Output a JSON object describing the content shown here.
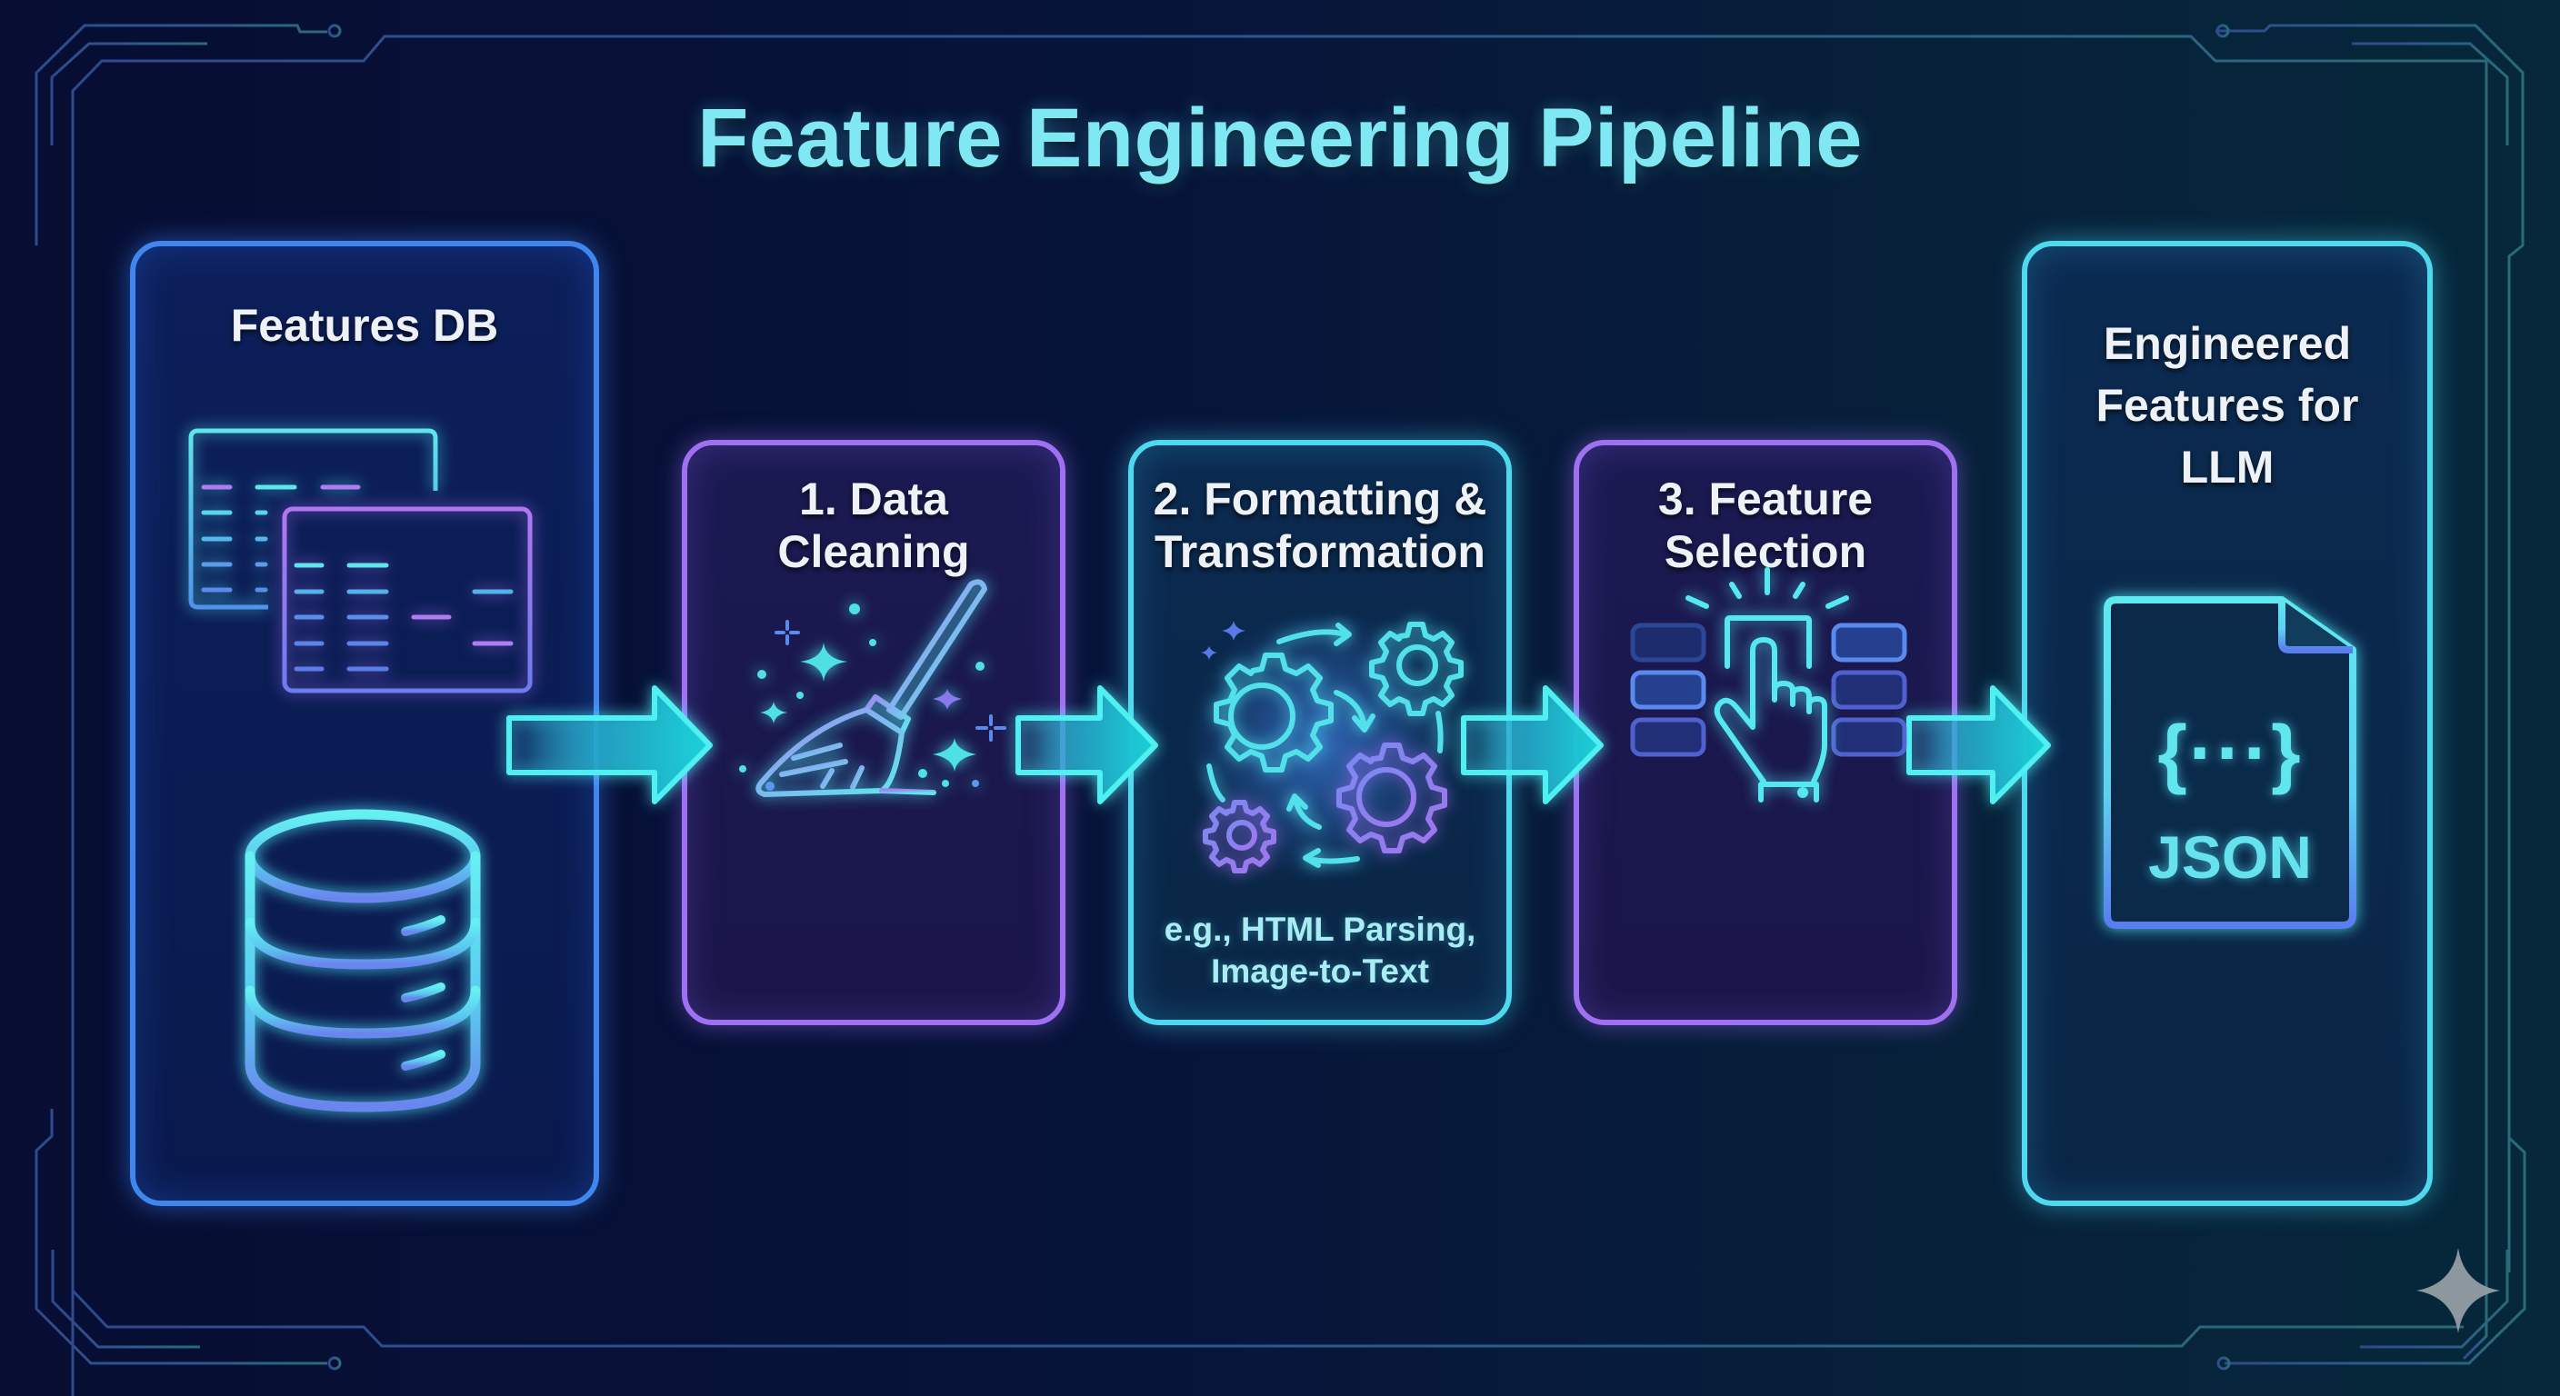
{
  "title": "Feature Engineering Pipeline",
  "colors": {
    "title": "#7fe8f2",
    "blue_border": "#3f86ee",
    "purple_border": "#a070f2",
    "cyan_border": "#4fd9ef",
    "arrow": "#3fe0ec",
    "background": "#07143a"
  },
  "panels": [
    {
      "id": "source",
      "title": "Features DB",
      "icons": [
        "table-icon",
        "table-icon",
        "database-icon"
      ]
    },
    {
      "id": "step1",
      "title_line1": "1. Data",
      "title_line2": "Cleaning",
      "icon": "broom-sparkle-icon"
    },
    {
      "id": "step2",
      "title_line1": "2. Formatting &",
      "title_line2": "Transformation",
      "icon": "gears-cycle-icon",
      "subtitle_line1": "e.g., HTML Parsing,",
      "subtitle_line2": "Image-to-Text"
    },
    {
      "id": "step3",
      "title_line1": "3. Feature",
      "title_line2": "Selection",
      "icon": "hand-select-icon"
    },
    {
      "id": "output",
      "title_line1": "Engineered",
      "title_line2": "Features for",
      "title_line3": "LLM",
      "icon": "json-file-icon",
      "file_label": "JSON",
      "file_glyph": "{···}"
    }
  ],
  "arrows": [
    "arrow-right-icon",
    "arrow-right-icon",
    "arrow-right-icon",
    "arrow-right-icon"
  ],
  "watermark": "sparkle-icon"
}
